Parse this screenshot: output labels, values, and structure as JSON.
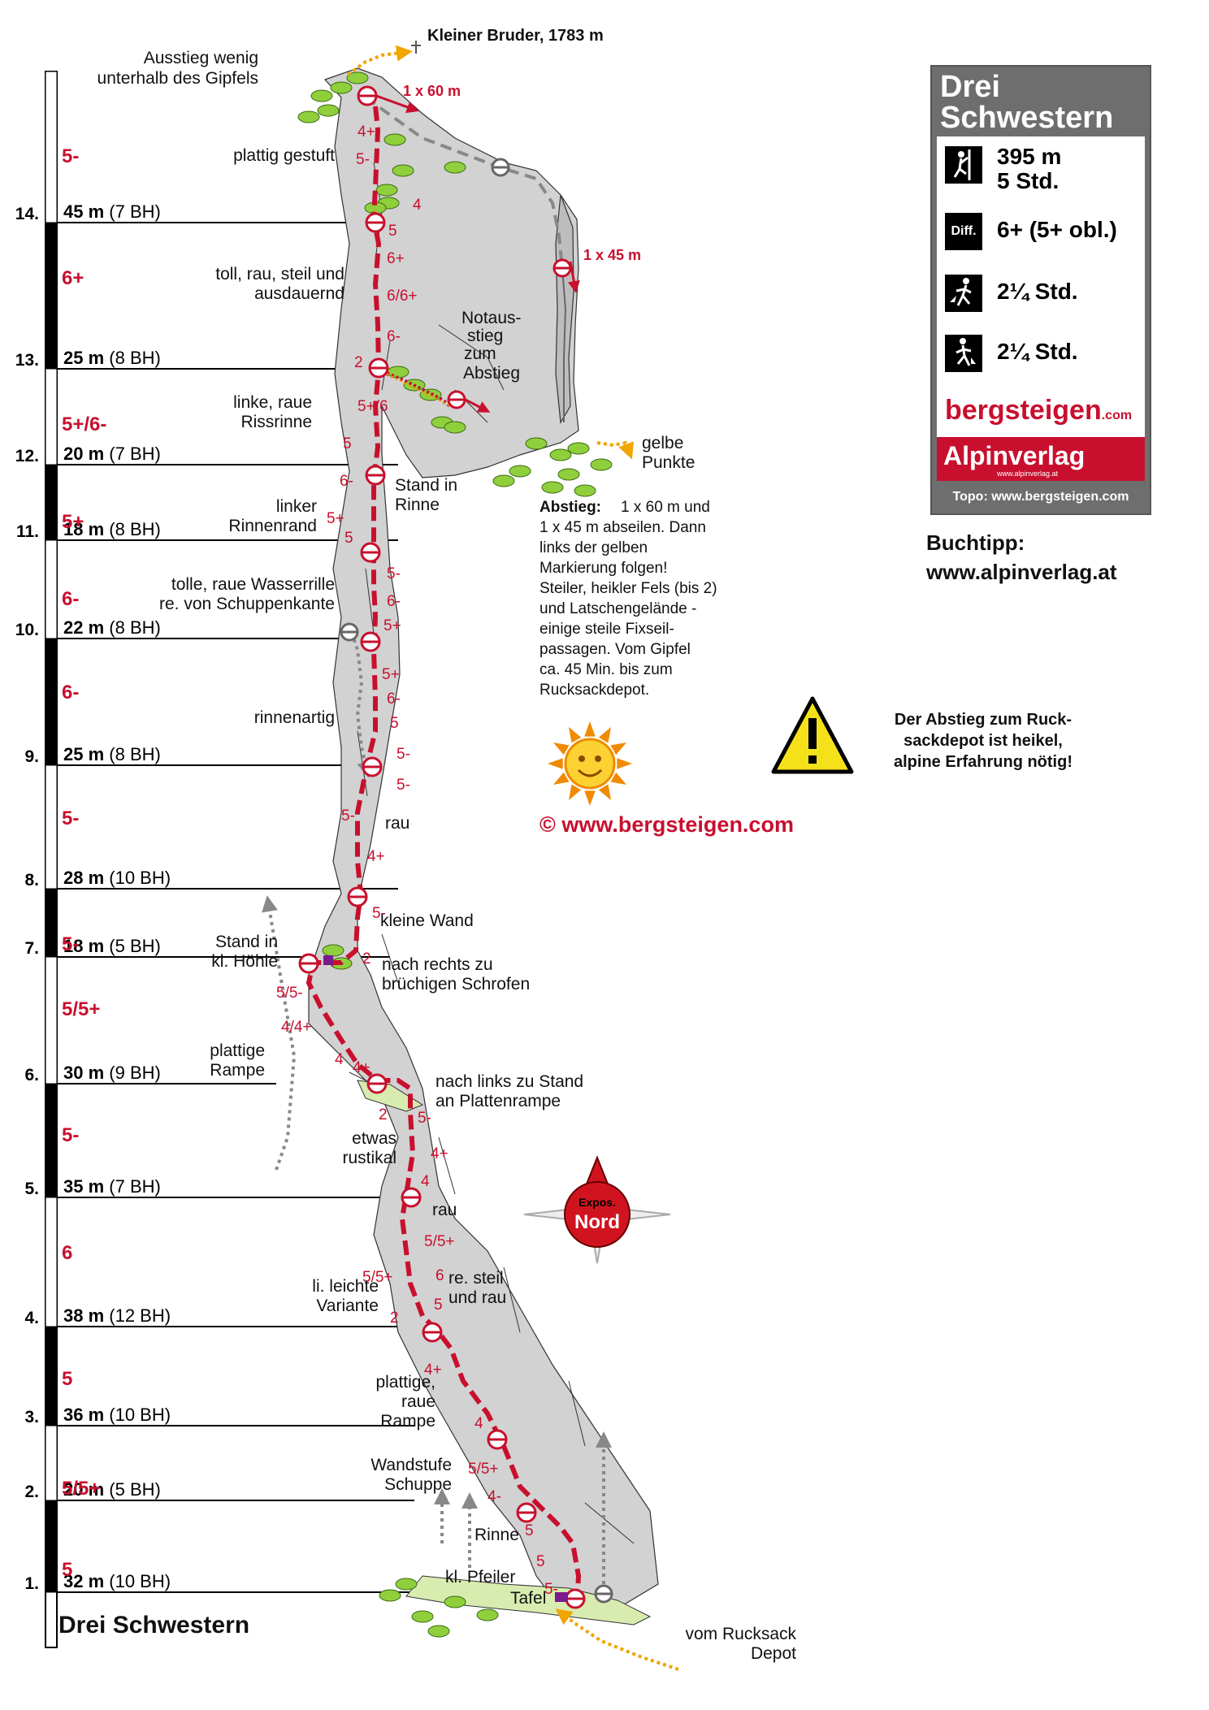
{
  "summit": "Kleiner Bruder,  1783 m",
  "route_name_bottom": "Drei Schwestern",
  "pitches": [
    {
      "num": "1.",
      "len": "32 m",
      "bolts": "(10 BH)",
      "grade": "5"
    },
    {
      "num": "2.",
      "len": "20 m",
      "bolts": "(5 BH)",
      "grade": "5/5+"
    },
    {
      "num": "3.",
      "len": "36 m",
      "bolts": "(10 BH)",
      "grade": "5"
    },
    {
      "num": "4.",
      "len": "38 m",
      "bolts": "(12 BH)",
      "grade": "6"
    },
    {
      "num": "5.",
      "len": "35 m",
      "bolts": "(7 BH)",
      "grade": "5-"
    },
    {
      "num": "6.",
      "len": "30 m",
      "bolts": "(9 BH)",
      "grade": "5/5+"
    },
    {
      "num": "7.",
      "len": "18 m",
      "bolts": "(5 BH)",
      "grade": "5-"
    },
    {
      "num": "8.",
      "len": "28 m",
      "bolts": "(10 BH)",
      "grade": "5-"
    },
    {
      "num": "9.",
      "len": "25 m",
      "bolts": "(8 BH)",
      "grade": "6-"
    },
    {
      "num": "10.",
      "len": "22 m",
      "bolts": "(8 BH)",
      "grade": "6-"
    },
    {
      "num": "11.",
      "len": "18 m",
      "bolts": "(8 BH)",
      "grade": "5+"
    },
    {
      "num": "12.",
      "len": "20 m",
      "bolts": "(7 BH)",
      "grade": "5+/6-"
    },
    {
      "num": "13.",
      "len": "25 m",
      "bolts": "(8 BH)",
      "grade": "6+"
    },
    {
      "num": "14.",
      "len": "45 m",
      "bolts": "(7 BH)",
      "grade": "5-"
    }
  ],
  "annotations": {
    "exit": [
      "Ausstieg wenig",
      "unterhalb des Gipfels"
    ],
    "plattig_gestuft": "plattig gestuft",
    "toll_rau": [
      "toll, rau, steil und",
      "ausdauernd"
    ],
    "linke_rissrinne": [
      "linke, raue",
      "Rissrinne"
    ],
    "linker_rinnenrand": [
      "linker",
      "Rinnenrand"
    ],
    "wasserrille": [
      "tolle, raue Wasserrille",
      "re. von Schuppenkante"
    ],
    "rinnenartig": "rinnenartig",
    "rau1": "rau",
    "kleine_wand": "kleine Wand",
    "stand_hoehle": [
      "Stand in",
      "kl. Höhle"
    ],
    "nach_rechts": [
      "nach rechts zu",
      "brüchigen Schrofen"
    ],
    "plattige_rampe": [
      "plattige",
      "Rampe"
    ],
    "nach_links": [
      "nach links zu Stand",
      "an Plattenrampe"
    ],
    "etwas_rustikal": [
      "etwas",
      "rustikal"
    ],
    "rau2": "rau",
    "re_steil": [
      "re. steil",
      "und rau"
    ],
    "li_leichte": [
      "li. leichte",
      "Variante"
    ],
    "plattige_raue": [
      "plattige,",
      "raue",
      "Rampe"
    ],
    "wandstufe": [
      "Wandstufe",
      "Schuppe"
    ],
    "rinne": "Rinne",
    "pfeiler": "kl. Pfeiler",
    "tafel": "Tafel",
    "rucksack": [
      "vom Rucksack",
      "Depot"
    ],
    "stand_rinne": [
      "Stand in",
      "Rinne"
    ],
    "notausstieg": [
      "Notaus-",
      "stieg",
      "zum",
      "Abstieg"
    ],
    "gelbe_punkte": [
      "gelbe",
      "Punkte"
    ],
    "rappel1": "1 x 60 m",
    "rappel2": "1 x 45 m"
  },
  "route_grades": [
    {
      "label": "4+"
    },
    {
      "label": "5-"
    },
    {
      "label": "4"
    },
    {
      "label": "5"
    },
    {
      "label": "6+"
    },
    {
      "label": "6/6+"
    },
    {
      "label": "6-"
    },
    {
      "label": "2"
    },
    {
      "label": "5+/6"
    },
    {
      "label": "5"
    },
    {
      "label": "6-"
    },
    {
      "label": "5+"
    },
    {
      "label": "5"
    },
    {
      "label": "5-"
    },
    {
      "label": "6-"
    },
    {
      "label": "5+"
    },
    {
      "label": "5+"
    },
    {
      "label": "6-"
    },
    {
      "label": "5"
    },
    {
      "label": "5-"
    },
    {
      "label": "5-"
    },
    {
      "label": "5-"
    },
    {
      "label": "4+"
    },
    {
      "label": "5-"
    },
    {
      "label": "4"
    },
    {
      "label": "2"
    },
    {
      "label": "5/5-"
    },
    {
      "label": "4/4+"
    },
    {
      "label": "4"
    },
    {
      "label": "4+"
    },
    {
      "label": "2"
    },
    {
      "label": "5-"
    },
    {
      "label": "4+"
    },
    {
      "label": "4"
    },
    {
      "label": "5/5+"
    },
    {
      "label": "5/5+"
    },
    {
      "label": "6"
    },
    {
      "label": "5"
    },
    {
      "label": "2"
    },
    {
      "label": "4+"
    },
    {
      "label": "4"
    },
    {
      "label": "5/5+"
    },
    {
      "label": "4-"
    },
    {
      "label": "5"
    },
    {
      "label": "5"
    },
    {
      "label": "5-"
    }
  ],
  "descent": {
    "heading": "Abstieg:",
    "lines": [
      "1 x 60 m und",
      "1 x 45 m abseilen. Dann",
      "links der gelben",
      "Markierung folgen!",
      "Steiler, heikler Fels (bis 2)",
      "und Latschengelände -",
      "einige steile Fixseil-",
      "passagen. Vom Gipfel",
      "ca. 45 Min. bis zum",
      "Rucksackdepot."
    ]
  },
  "warning": [
    "Der Abstieg zum Ruck-",
    "sackdepot ist heikel,",
    "alpine Erfahrung nötig!"
  ],
  "copyright": "©  www.bergsteigen.com",
  "compass": {
    "top": "Expos.",
    "main": "Nord"
  },
  "info_panel": {
    "title_line1": "Drei",
    "title_line2": "Schwestern",
    "height": "395 m",
    "time": "5 Std.",
    "diff_icon": "Diff.",
    "difficulty": "6+ (5+ obl.)",
    "approach": "2¼ Std.",
    "descent_time": "2¼ Std.",
    "brand1": "bergsteigen",
    "brand1_suffix": ".com",
    "brand2": "Alpinverlag",
    "brand2_url": "www.alpinverlag.at",
    "footer": "Topo: www.bergsteigen.com"
  },
  "book_tip": [
    "Buchtipp:",
    "www.alpinverlag.at"
  ],
  "colors": {
    "route_red": "#c8102e",
    "descent_gray": "#888888",
    "rock_gray": "#c9c9c9",
    "bush_green": "#8fcf3c",
    "yellow_trail": "#f0a500"
  },
  "icons": [
    "climber-icon",
    "hiker-up-icon",
    "hiker-down-icon",
    "warning-icon",
    "sun-icon",
    "compass-icon",
    "summit-cross-icon"
  ]
}
